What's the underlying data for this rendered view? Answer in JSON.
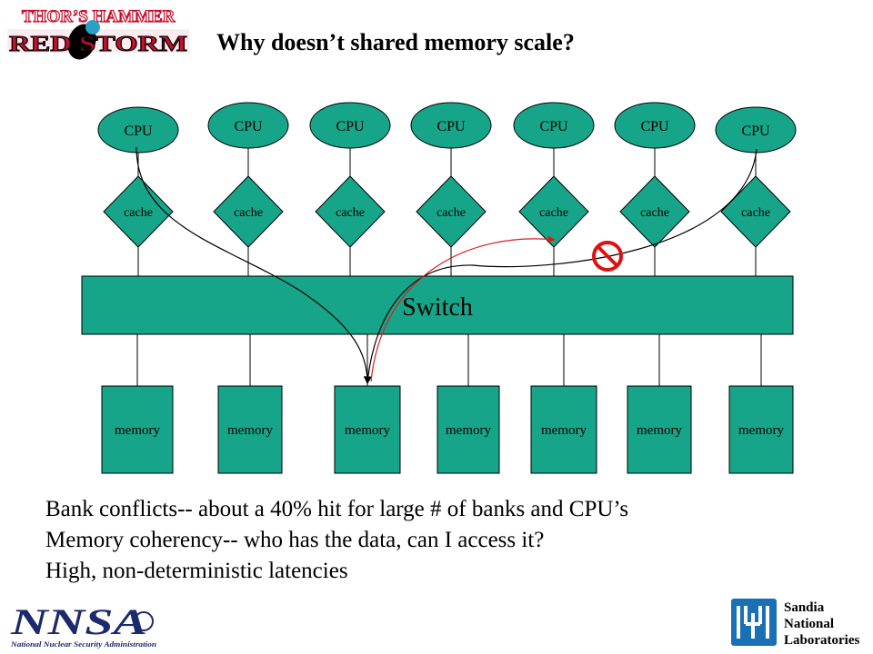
{
  "title": "Why doesn’t shared memory scale?",
  "header_logo": {
    "line1": "THOR’S HAMMER",
    "line2": "RED STORM"
  },
  "diagram": {
    "cpu_label": "CPU",
    "cache_label": "cache",
    "memory_label": "memory",
    "switch_label": "Switch",
    "cpus": [
      "CPU",
      "CPU",
      "CPU",
      "CPU",
      "CPU",
      "CPU",
      "CPU"
    ],
    "caches": [
      "cache",
      "cache",
      "cache",
      "cache",
      "cache",
      "cache",
      "cache"
    ],
    "memories": [
      "memory",
      "memory",
      "memory",
      "memory",
      "memory",
      "memory",
      "memory"
    ],
    "colors": {
      "fill": "#17a589",
      "stroke": "#000000",
      "red_arrow": "#d62020",
      "prohibit": "#e01010"
    }
  },
  "bullets": [
    "Bank conflicts-- about a 40% hit for large # of banks and CPU’s",
    "Memory coherency-- who has the data, can I access it?",
    "High, non-deterministic latencies"
  ],
  "footer": {
    "nnsa_logo": "NNSA",
    "nnsa_caption": "National Nuclear Security Administration",
    "sandia_line1": "Sandia",
    "sandia_line2": "National",
    "sandia_line3": "Laboratories"
  }
}
